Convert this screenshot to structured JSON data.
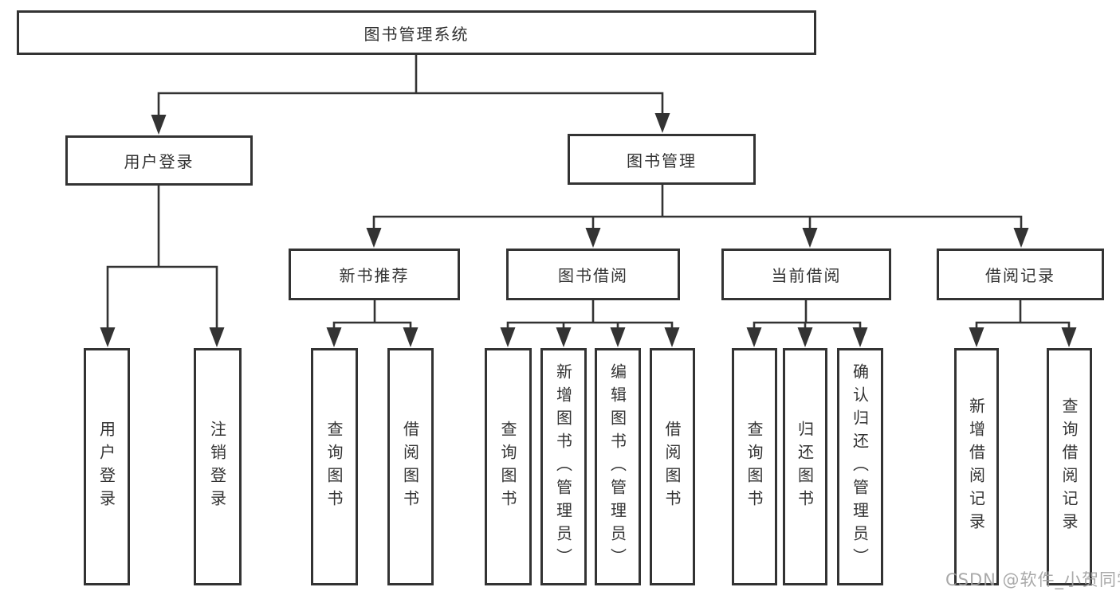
{
  "title": "图书管理系统",
  "colors": {
    "line": "#333333",
    "box_border": "#333333",
    "text": "#333333",
    "watermark": "#a0a0a0",
    "background": "#ffffff"
  },
  "tree": {
    "root": {
      "label": "图书管理系统"
    },
    "branches": [
      {
        "label": "用户登录",
        "children": [
          {
            "label": "用户登录"
          },
          {
            "label": "注销登录"
          }
        ]
      },
      {
        "label": "图书管理",
        "children": [
          {
            "label": "新书推荐",
            "children": [
              {
                "label": "查询图书"
              },
              {
                "label": "借阅图书"
              }
            ]
          },
          {
            "label": "图书借阅",
            "children": [
              {
                "label": "查询图书"
              },
              {
                "label": "新增图书（管理员）"
              },
              {
                "label": "编辑图书（管理员）"
              },
              {
                "label": "借阅图书"
              }
            ]
          },
          {
            "label": "当前借阅",
            "children": [
              {
                "label": "查询图书"
              },
              {
                "label": "归还图书"
              },
              {
                "label": "确认归还（管理员）"
              }
            ]
          },
          {
            "label": "借阅记录",
            "children": [
              {
                "label": "新增借阅记录"
              },
              {
                "label": "查询借阅记录"
              }
            ]
          }
        ]
      }
    ]
  },
  "watermark": {
    "text": "CSDN @软件_小贺同学"
  }
}
